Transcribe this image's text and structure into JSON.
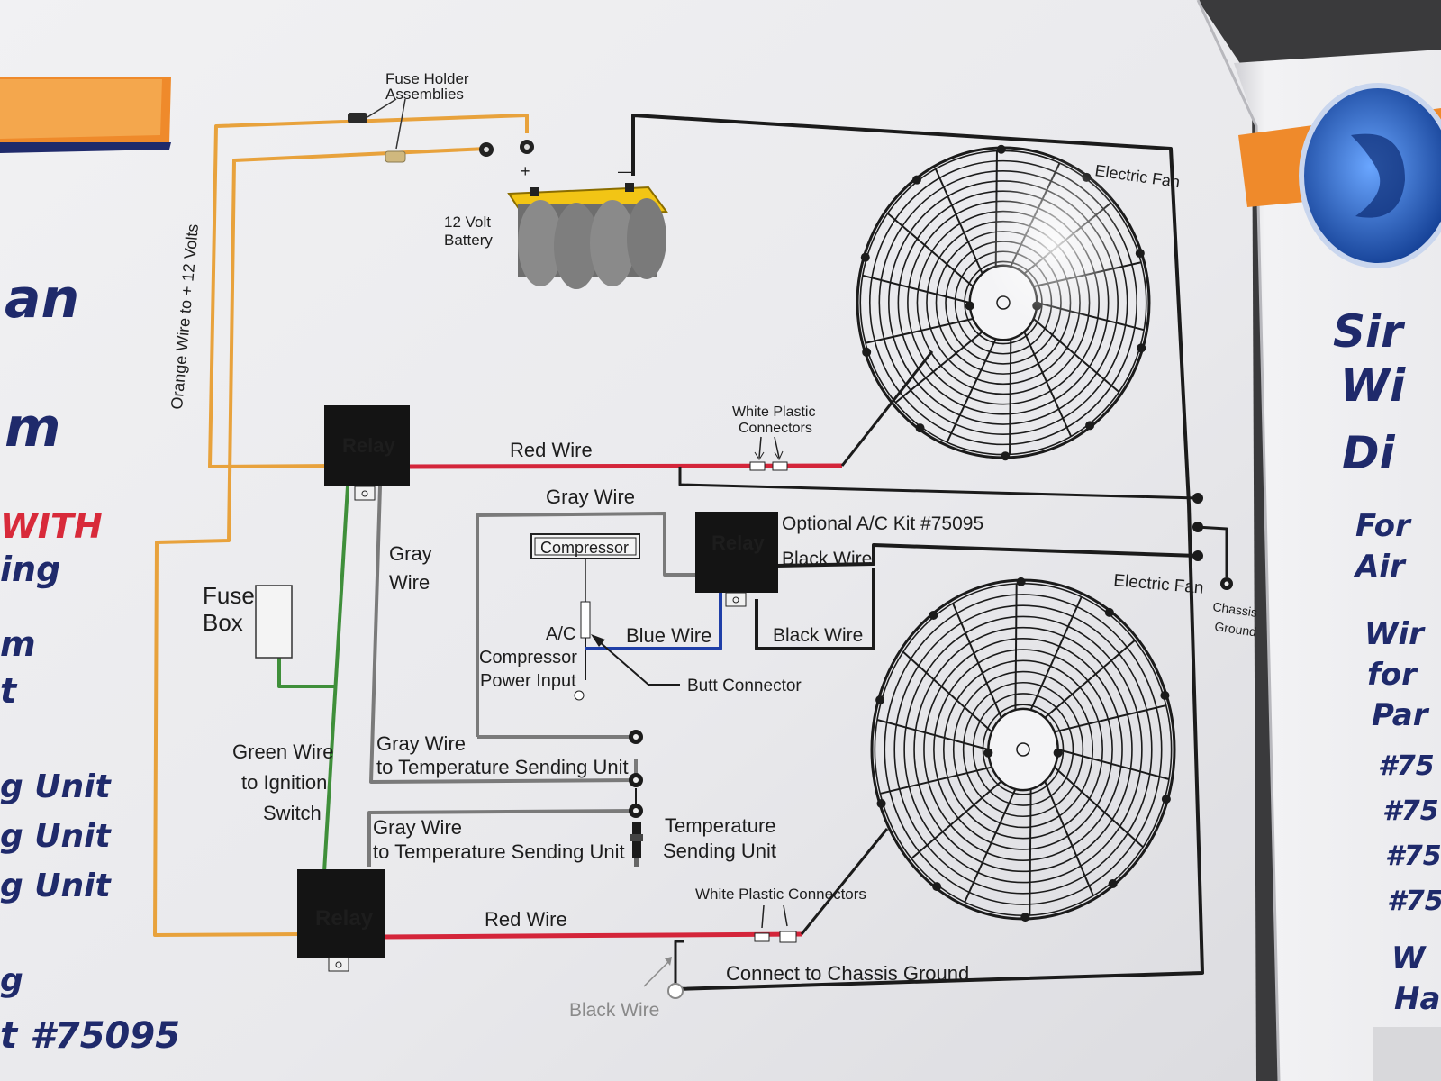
{
  "diagram": {
    "labels": {
      "fuse_holder_1": "Fuse Holder",
      "fuse_holder_2": "Assemblies",
      "plus": "+",
      "minus": "—",
      "battery_1": "12 Volt",
      "battery_2": "Battery",
      "orange_wire": "Orange Wire to + 12 Volts",
      "electric_fan_top": "Electric Fan",
      "electric_fan_bottom": "Electric Fan",
      "relay_top": "Relay",
      "relay_middle": "Relay",
      "relay_bottom": "Relay",
      "red_wire_top": "Red Wire",
      "red_wire_bottom": "Red Wire",
      "white_plastic_top_1": "White Plastic",
      "white_plastic_top_2": "Connectors",
      "white_plastic_bottom": "White Plastic Connectors",
      "gray_wire_top": "Gray Wire",
      "gray_wire_left_1": "Gray",
      "gray_wire_left_2": "Wire",
      "optional_ac_kit": "Optional A/C Kit #75095",
      "black_wire_1": "Black Wire",
      "black_wire_2": "Black Wire",
      "compressor": "Compressor",
      "ac_1": "A/C",
      "ac_2": "Compressor",
      "ac_3": "Power Input",
      "blue_wire": "Blue Wire",
      "butt_connector": "Butt Connector",
      "fuse_box_1": "Fuse",
      "fuse_box_2": "Box",
      "chassis_1": "Chassis",
      "chassis_2": "Ground",
      "green_wire_1": "Green Wire",
      "green_wire_2": "to Ignition",
      "green_wire_3": "Switch",
      "gray_temp_1a": "Gray Wire",
      "gray_temp_1b": "to Temperature Sending Unit",
      "gray_temp_2a": "Gray Wire",
      "gray_temp_2b": "to Temperature Sending Unit",
      "temp_unit_1": "Temperature",
      "temp_unit_2": "Sending Unit",
      "black_wire_bottom": "Black Wire",
      "connect_chassis": "Connect to Chassis Ground"
    },
    "colors": {
      "orange_wire": "#e8a23c",
      "red_wire": "#d4253a",
      "green_wire": "#3f8f3a",
      "gray_wire": "#7a7a7a",
      "black_wire": "#1b1b1b",
      "blue_wire": "#1f3fa8"
    }
  },
  "left_page": {
    "fragments": [
      "an",
      "m",
      "WITH",
      "ing",
      "m",
      "t",
      "g Unit",
      "g Unit",
      "g Unit",
      "g",
      "t #75095"
    ]
  },
  "right_page": {
    "fragments": [
      "Sir",
      "Wi",
      "Di",
      "For",
      "Air",
      "Wir",
      "for",
      "Par",
      "#75",
      "#75",
      "#75",
      "#75",
      "W",
      "Ha"
    ]
  }
}
